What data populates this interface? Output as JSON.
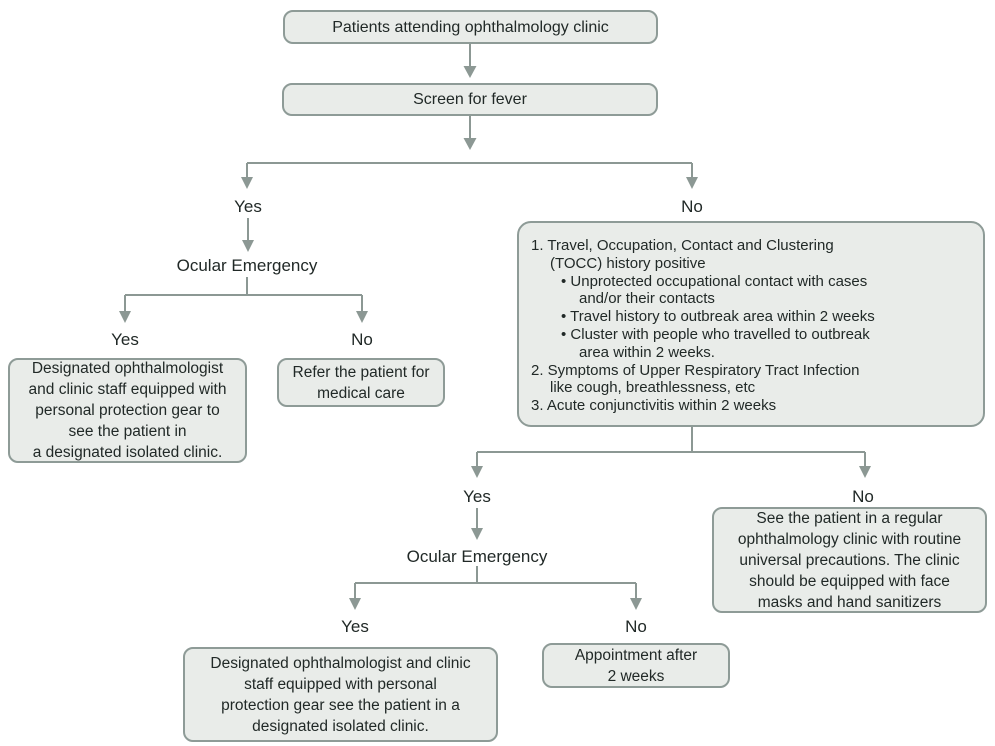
{
  "colors": {
    "background": "#ffffff",
    "box_fill": "#e9ece9",
    "box_border": "#8e9b97",
    "line": "#8c9894",
    "text": "#212927"
  },
  "flowchart": {
    "start": "Patients attending ophthalmology clinic",
    "screen_fever": "Screen for fever",
    "fever_yes_label": "Yes",
    "fever_no_label": "No",
    "ocular_emergency_1": "Ocular Emergency",
    "oe1_yes_label": "Yes",
    "oe1_no_label": "No",
    "designated_isolated_1": {
      "lines": [
        "Designated ophthalmologist",
        "and clinic staff equipped with",
        "personal protection gear to",
        "see the patient in",
        "a designated isolated clinic."
      ]
    },
    "refer_medical": {
      "lines": [
        "Refer the patient for",
        "medical care"
      ]
    },
    "tocc_criteria": {
      "lines": [
        "1. Travel, Occupation, Contact and Clustering",
        "(TOCC) history positive",
        "•  Unprotected occupational contact with cases",
        "and/or their contacts",
        "•  Travel history to outbreak area within 2 weeks",
        "•  Cluster with people who travelled to outbreak",
        "area within 2 weeks.",
        "2. Symptoms of Upper Respiratory Tract Infection",
        "like cough, breathlessness, etc",
        "3. Acute conjunctivitis within 2 weeks"
      ]
    },
    "tocc_yes_label": "Yes",
    "tocc_no_label": "No",
    "regular_clinic": {
      "lines": [
        "See the patient in a regular",
        "ophthalmology clinic with routine",
        "universal precautions. The clinic",
        "should be equipped with face",
        "masks and hand sanitizers"
      ]
    },
    "ocular_emergency_2": "Ocular Emergency",
    "oe2_yes_label": "Yes",
    "oe2_no_label": "No",
    "designated_isolated_2": {
      "lines": [
        "Designated ophthalmologist and clinic",
        "staff equipped with personal",
        "protection gear see the patient in a",
        "designated isolated clinic."
      ]
    },
    "appointment": {
      "lines": [
        "Appointment after",
        "2 weeks"
      ]
    }
  }
}
